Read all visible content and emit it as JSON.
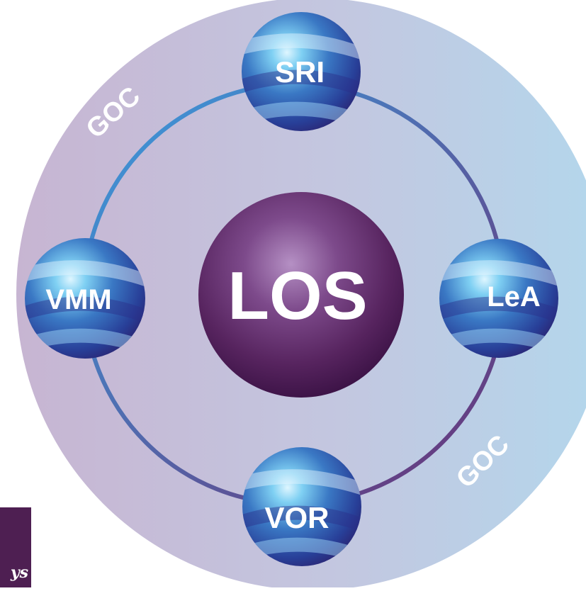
{
  "diagram": {
    "center": {
      "label": "LOS"
    },
    "nodes": {
      "top": {
        "label": "SRI"
      },
      "left": {
        "label": "VMM"
      },
      "right": {
        "label": "LeA"
      },
      "bottom": {
        "label": "VOR"
      }
    },
    "ring_labels": {
      "upper_left": "GOC",
      "lower_right": "GOC"
    }
  },
  "corner": {
    "text": "ys"
  },
  "colors": {
    "disc_left": "#c5b6d3",
    "disc_right": "#b7d6ea",
    "center_sphere": "#5c2764",
    "node_sphere": "#2c58a8",
    "ring_stroke": "#3a8fd0",
    "corner_tab": "#4e1f52"
  }
}
